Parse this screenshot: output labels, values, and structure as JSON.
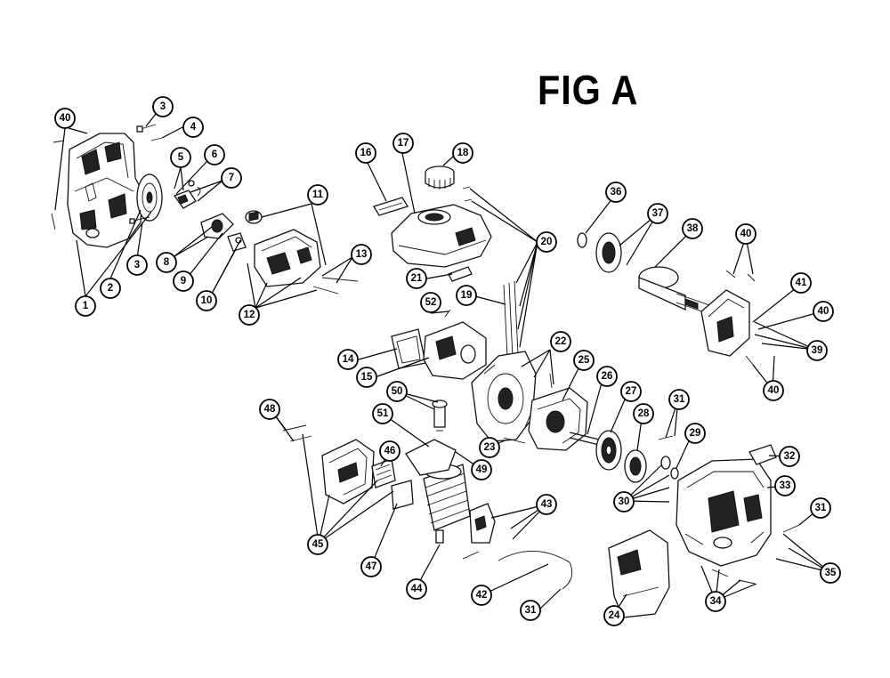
{
  "figure": {
    "title": "FIG A"
  },
  "callouts": [
    {
      "id": "c40a",
      "label": "40"
    },
    {
      "id": "c3a",
      "label": "3"
    },
    {
      "id": "c4",
      "label": "4"
    },
    {
      "id": "c5",
      "label": "5"
    },
    {
      "id": "c6",
      "label": "6"
    },
    {
      "id": "c7",
      "label": "7"
    },
    {
      "id": "c3b",
      "label": "3"
    },
    {
      "id": "c2",
      "label": "2"
    },
    {
      "id": "c1",
      "label": "1"
    },
    {
      "id": "c8",
      "label": "8"
    },
    {
      "id": "c9",
      "label": "9"
    },
    {
      "id": "c10",
      "label": "10"
    },
    {
      "id": "c11",
      "label": "11"
    },
    {
      "id": "c12",
      "label": "12"
    },
    {
      "id": "c13",
      "label": "13"
    },
    {
      "id": "c16",
      "label": "16"
    },
    {
      "id": "c17",
      "label": "17"
    },
    {
      "id": "c18",
      "label": "18"
    },
    {
      "id": "c20",
      "label": "20"
    },
    {
      "id": "c21",
      "label": "21"
    },
    {
      "id": "c19",
      "label": "19"
    },
    {
      "id": "c52",
      "label": "52"
    },
    {
      "id": "c14",
      "label": "14"
    },
    {
      "id": "c15",
      "label": "15"
    },
    {
      "id": "c22",
      "label": "22"
    },
    {
      "id": "c25",
      "label": "25"
    },
    {
      "id": "c26",
      "label": "26"
    },
    {
      "id": "c27",
      "label": "27"
    },
    {
      "id": "c28",
      "label": "28"
    },
    {
      "id": "c31a",
      "label": "31"
    },
    {
      "id": "c29",
      "label": "29"
    },
    {
      "id": "c30",
      "label": "30"
    },
    {
      "id": "c50",
      "label": "50"
    },
    {
      "id": "c51",
      "label": "51"
    },
    {
      "id": "c49",
      "label": "49"
    },
    {
      "id": "c23",
      "label": "23"
    },
    {
      "id": "c48",
      "label": "48"
    },
    {
      "id": "c46",
      "label": "46"
    },
    {
      "id": "c45",
      "label": "45"
    },
    {
      "id": "c47",
      "label": "47"
    },
    {
      "id": "c43",
      "label": "43"
    },
    {
      "id": "c44",
      "label": "44"
    },
    {
      "id": "c42",
      "label": "42"
    },
    {
      "id": "c31b",
      "label": "31"
    },
    {
      "id": "c24",
      "label": "24"
    },
    {
      "id": "c32",
      "label": "32"
    },
    {
      "id": "c33",
      "label": "33"
    },
    {
      "id": "c31c",
      "label": "31"
    },
    {
      "id": "c35",
      "label": "35"
    },
    {
      "id": "c34",
      "label": "34"
    },
    {
      "id": "c36",
      "label": "36"
    },
    {
      "id": "c37",
      "label": "37"
    },
    {
      "id": "c38",
      "label": "38"
    },
    {
      "id": "c40b",
      "label": "40"
    },
    {
      "id": "c41",
      "label": "41"
    },
    {
      "id": "c40c",
      "label": "40"
    },
    {
      "id": "c39",
      "label": "39"
    },
    {
      "id": "c40d",
      "label": "40"
    }
  ]
}
